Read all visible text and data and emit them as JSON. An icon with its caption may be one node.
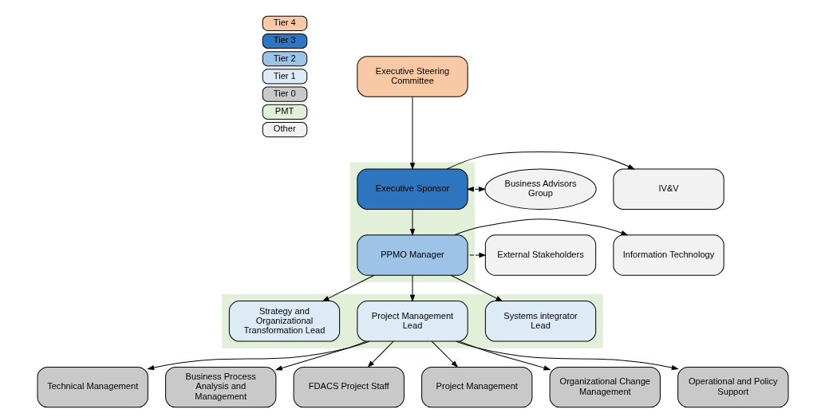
{
  "diagram": {
    "nodes": [
      {
        "text": [
          "Executive Steering Committee"
        ]
      },
      {
        "text": [],
        "shape": "box"
      },
      {
        "text": [
          "Business Advisors Group"
        ]
      },
      {
        "text": [
          "Executive Sponsor"
        ],
        "in": 1
      },
      {
        "text": [
          "IV&V"
        ]
      },
      {
        "text": [
          "External Stakeholders"
        ]
      },
      {
        "text": [
          "PPMO Manager"
        ],
        "in": 1
      },
      {
        "text": [
          "Information Technology"
        ]
      },
      {
        "text": [],
        "shape": "box"
      },
      {
        "text": [
          "Systems integrator Lead"
        ],
        "in": 8
      },
      {
        "text": [
          "Project Management Lead"
        ],
        "in": 8
      },
      {
        "text": [
          "Strategy and Organizational Transformation Lead"
        ],
        "in": 8
      },
      {
        "text": [
          "Technical Management"
        ]
      },
      {
        "text": [
          "Business Process Analysis and Management"
        ]
      },
      {
        "text": [
          "FDACS Project Staff"
        ]
      },
      {
        "text": [
          "Project Management"
        ]
      },
      {
        "text": [
          "Organizational Change Management"
        ]
      },
      {
        "text": [
          "Operational and Policy Support"
        ]
      }
    ],
    "edges": [
      {
        "from": 0,
        "to": 3,
        "arrow": "to"
      },
      {
        "from": 3,
        "to": 2,
        "arrow": "both",
        "style": "dashed"
      },
      {
        "from": 3,
        "to": 4,
        "arrow": "to"
      },
      {
        "from": 3,
        "to": 6,
        "arrow": "to"
      },
      {
        "from": 6,
        "to": 5,
        "arrow": "to",
        "style": "dashed"
      },
      {
        "from": 6,
        "to": 7,
        "arrow": "to"
      },
      {
        "from": 6,
        "to": 9,
        "arrow": "to"
      },
      {
        "from": 6,
        "to": 10,
        "arrow": "to"
      },
      {
        "from": 6,
        "to": 11,
        "arrow": "to"
      },
      {
        "from": 10,
        "to": 12,
        "arrow": "to"
      },
      {
        "from": 10,
        "to": 13,
        "arrow": "to"
      },
      {
        "from": 10,
        "to": 14,
        "arrow": "to"
      },
      {
        "from": 10,
        "to": 15,
        "arrow": "to"
      },
      {
        "from": 10,
        "to": 16,
        "arrow": "to"
      },
      {
        "from": 10,
        "to": 17,
        "arrow": "to"
      }
    ],
    "legend": [
      {
        "text": "Tier 4",
        "color": "#f8c9a4"
      },
      {
        "text": "Tier 3",
        "color": "#2e75c0"
      },
      {
        "text": "Tier 2",
        "color": "#9dc3e6"
      },
      {
        "text": "Tier 1",
        "color": "#ddebf7"
      },
      {
        "text": "Tier 0",
        "color": "#c9c9c9"
      },
      {
        "text": "PMT",
        "color": "#e2efd9"
      },
      {
        "text": "Other",
        "color": "#f2f2f2"
      }
    ]
  }
}
